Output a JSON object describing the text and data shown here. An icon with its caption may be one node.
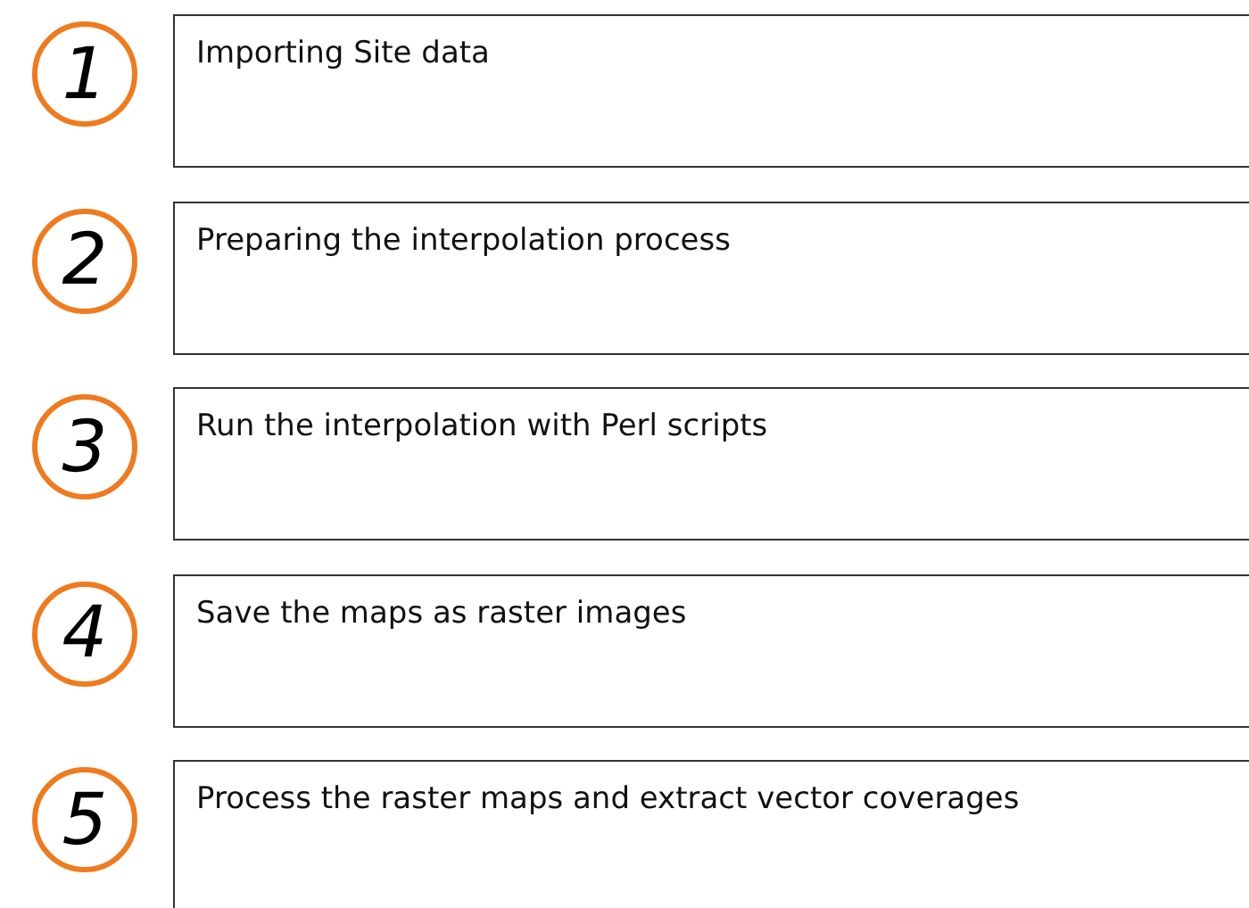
{
  "diagram": {
    "nodes": [
      {
        "text": [
          "1"
        ]
      },
      {
        "text": [
          "Importing Site data"
        ]
      },
      {
        "text": [
          "2"
        ]
      },
      {
        "text": [
          "Preparing the interpolation process"
        ]
      },
      {
        "text": [
          "3"
        ]
      },
      {
        "text": [
          "Run the interpolation with Perl scripts"
        ]
      },
      {
        "text": [
          "4"
        ]
      },
      {
        "text": [
          "Save the maps as raster images"
        ]
      },
      {
        "text": [
          "5"
        ]
      },
      {
        "text": [
          "Process the raster maps and extract vector coverages"
        ]
      }
    ],
    "edges": []
  }
}
